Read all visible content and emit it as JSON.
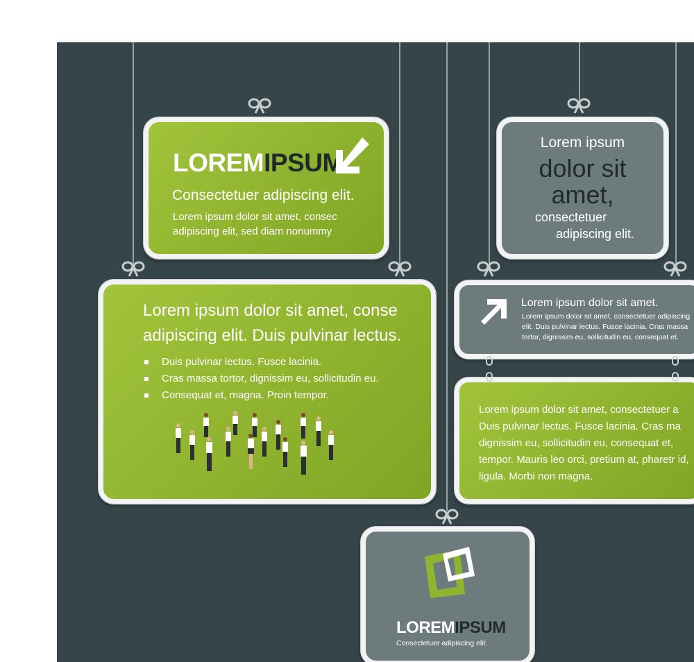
{
  "colors": {
    "background": "#35454a",
    "green": "#93b733",
    "gray": "#6e7b7d",
    "dark_text": "#1f2a2c",
    "white": "#ffffff"
  },
  "sign_top_left": {
    "brand_part1": "LOREM",
    "brand_part2": "IPSUM",
    "subtitle": "Consectetuer adipiscing elit.",
    "body": "Lorem ipsum dolor sit amet, consec adipiscing elit, sed diam nonummy",
    "icon": "arrow-down-left-icon"
  },
  "sign_top_right": {
    "line1": "Lorem ipsum",
    "line2": "dolor sit",
    "line3": "amet,",
    "line4": "consectetuer",
    "line5": "adipiscing elit."
  },
  "sign_middle_left": {
    "heading": "Lorem ipsum dolor sit amet, conse adipiscing elit. Duis pulvinar lectus.",
    "bullets": [
      "Duis pulvinar lectus. Fusce lacinia.",
      "Cras massa tortor, dignissim eu, sollicitudin eu.",
      "Consequat et, magna. Proin tempor."
    ],
    "image": "people-group-illustration"
  },
  "sign_middle_right": {
    "title": "Lorem ipsum dolor sit amet.",
    "body": "Lorem ipsum dolor sit amet, consectetuer adipiscing elit. Duis pulvinar lectus. Fusce lacinia. Cras massa tortor, dignissim eu, sollicitudin eu, consequat et.",
    "icon": "arrow-up-right-icon"
  },
  "sign_lower_right": {
    "body": "Lorem ipsum dolor sit amet, consectetuer a Duis pulvinar lectus. Fusce lacinia. Cras ma dignissim eu, sollicitudin eu, consequat et, tempor. Mauris leo orci, pretium at, pharetr id, ligula. Morbi non magna."
  },
  "sign_bottom": {
    "brand_part1": "LOREM",
    "brand_part2": "IPSUM",
    "subtitle": "Consectetuer adipiscing elit.",
    "icon": "overlapping-squares-logo-icon"
  }
}
